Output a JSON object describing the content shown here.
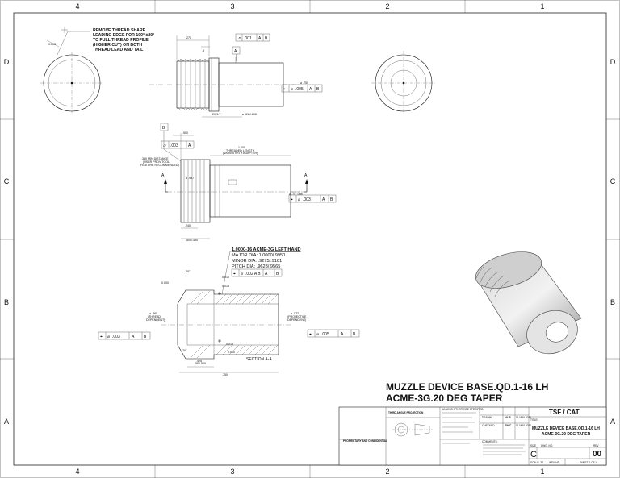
{
  "border": {
    "top_zones": [
      "4",
      "3",
      "2",
      "1"
    ],
    "bottom_zones": [
      "4",
      "3",
      "2",
      "1"
    ],
    "left_zones": [
      "D",
      "C",
      "B",
      "A"
    ],
    "right_zones": [
      "D",
      "C",
      "B",
      "A"
    ]
  },
  "notes": {
    "thread_note": [
      "REMOVE THREAD SHARP",
      "LEADING EDGE FOR 100° ±20°",
      "TO FULL THREAD PROFILE",
      "(HIGHER CUT) ON BOTH",
      "THREAD LEAD AND TAIL"
    ],
    "thread_callout": [
      "1.0000-16 ACME-3G LEFT HAND",
      "MAJOR DIA: 1.0000/.9950",
      "MINOR DIA: .9275/.9181",
      "PITCH DIA: .9628/.9565"
    ],
    "section_label": "SECTION A-A",
    "section_letters": [
      "A",
      "A"
    ]
  },
  "gdt": {
    "runout": [
      ".001",
      "A",
      "B"
    ],
    "datum_a": "A",
    "datum_b": "B",
    "position_top": [
      ".005",
      "A",
      "B"
    ],
    "flatness": ".003",
    "flatness_datum": "A",
    "position_mid": [
      ".003",
      "A",
      "B"
    ],
    "position_sec_left": [
      ".003",
      "A",
      "B"
    ],
    "position_sec_right": [
      ".005",
      "A",
      "B"
    ],
    "position_thread": [
      ".002",
      "A",
      "B"
    ]
  },
  "titles": {
    "line1": "MUZZLE DEVICE BASE.QD.1-16 LH",
    "line2": "ACME-3G.20 DEG TAPER"
  },
  "title_block": {
    "projection": "THIRD ANGLE PROJECTION",
    "company": "TSF / CAT",
    "title_label": "TITLE:",
    "title_line1": "MUZZLE DEVICE BASE.QD.1-16 LH",
    "title_line2": "ACME-3G.20 DEG TAPER",
    "size_label": "SIZE",
    "size": "C",
    "dwg_label": "DWG. NO.",
    "rev_label": "REV",
    "rev": "00",
    "scale": "SCALE: 3:1",
    "weight": "WEIGHT:",
    "sheet": "SHEET 1 OF 1",
    "drawn_label": "DRAWN",
    "drawn_by": "AUS",
    "checked_label": "CHECKED",
    "checked_by": "DMC",
    "date": "01 MAY 2020",
    "proprietary": "PROPRIETARY AND CONFIDENTIAL",
    "unless": "UNLESS OTHERWISE SPECIFIED:",
    "comments": "COMMENTS:"
  }
}
